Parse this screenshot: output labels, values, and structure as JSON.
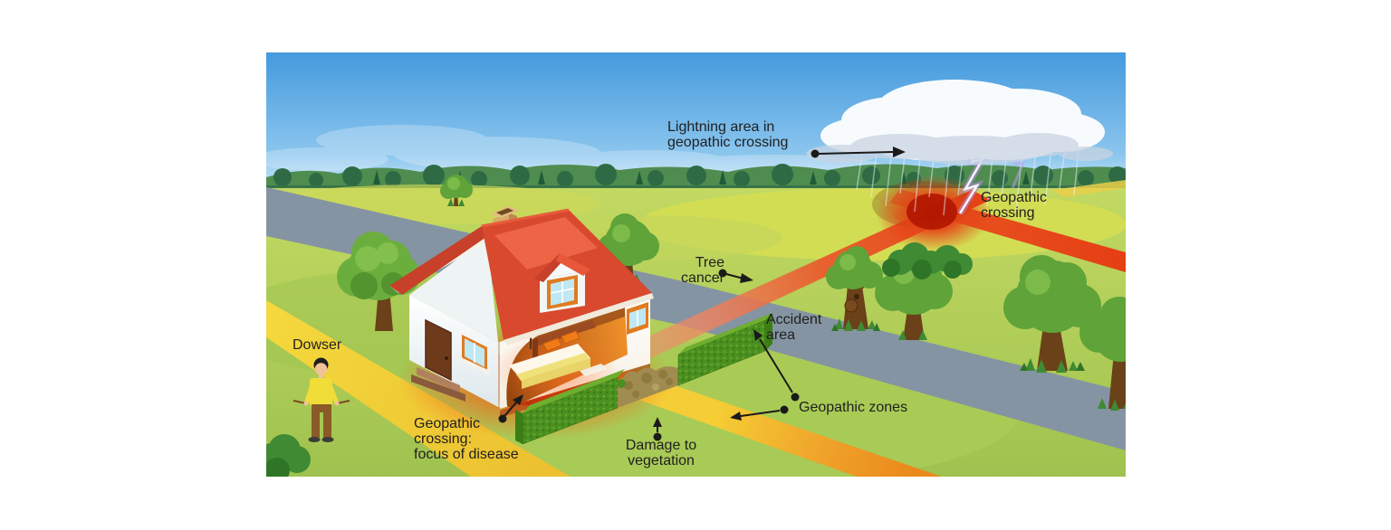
{
  "labels": {
    "lightning_area": {
      "lines": [
        "Lightning area in",
        "geopathic crossing"
      ]
    },
    "geopathic_crossing": {
      "lines": [
        "Geopathic",
        "crossing"
      ]
    },
    "tree_cancer": {
      "lines": [
        "Tree",
        "cancer"
      ]
    },
    "accident_area": {
      "lines": [
        "Accident",
        "area"
      ]
    },
    "dowser": {
      "lines": [
        "Dowser"
      ]
    },
    "geopathic_crossing_focus": {
      "lines": [
        "Geopathic",
        "crossing:",
        "focus of disease"
      ]
    },
    "damage_to_vegetation": {
      "lines": [
        "Damage to",
        "vegetation"
      ]
    },
    "geopathic_zones": {
      "lines": [
        "Geopathic zones"
      ]
    }
  },
  "colors": {
    "sky_top": "#4aa0e2",
    "sky_horizon": "#cfeaf8",
    "horizon_trees": "#2e6b45",
    "field_green": "#a9cb58",
    "field_light": "#d6de52",
    "road_gray": "#8594a2",
    "band_yellow": "#f6d83a",
    "band_orange": "#ee8c1f",
    "band_red": "#e63c16",
    "crossing_glow": "#c21d02",
    "roof_red": "#d8492e",
    "wall_white": "#ffffff",
    "door_brown": "#6e3a1c",
    "hedge_green": "#4a8f1f",
    "hedge_dead": "#a08c50",
    "lightning_purple": "#b48ae6",
    "label_text": "#1f1f1f"
  }
}
